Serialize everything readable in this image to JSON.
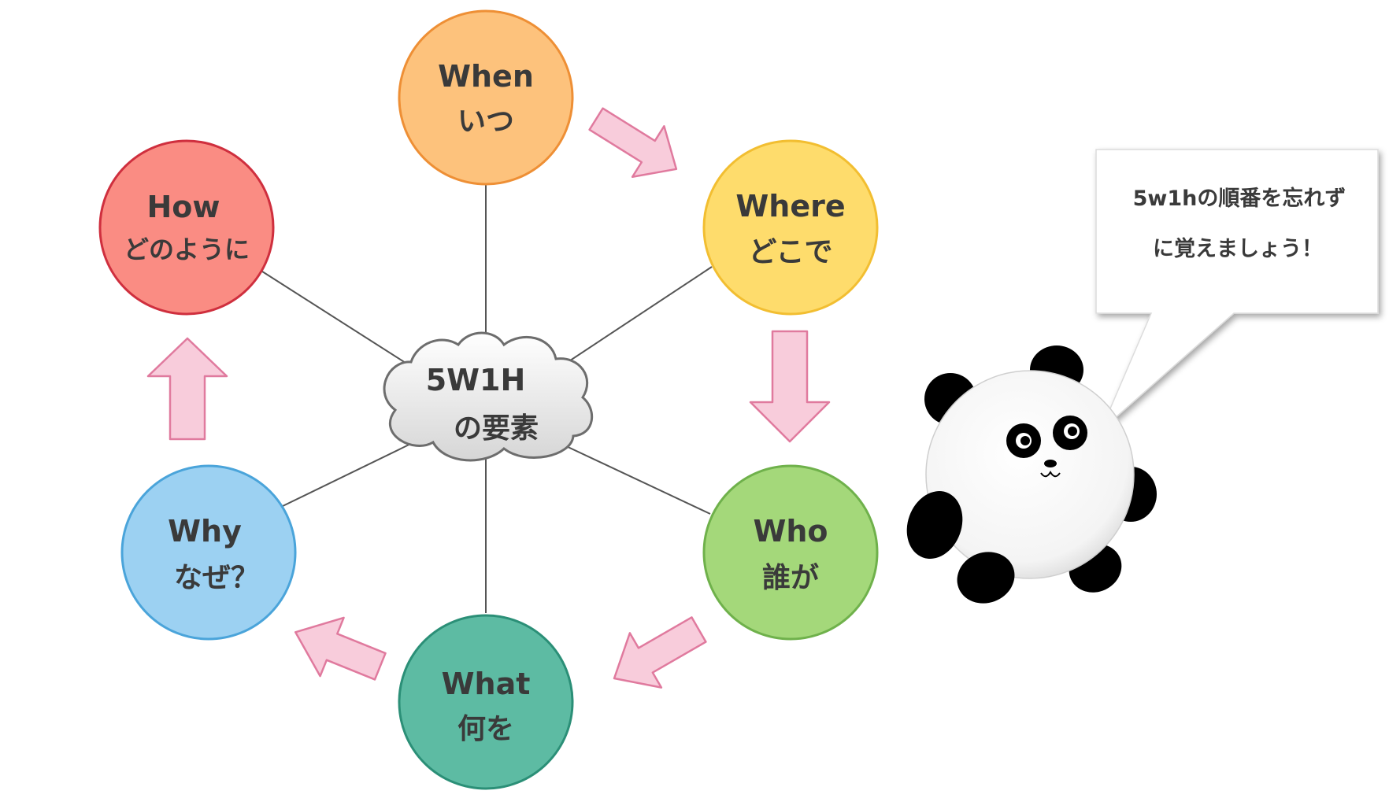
{
  "center": {
    "line1": "5W1H",
    "line2": "の要素"
  },
  "nodes": [
    {
      "key": "when",
      "en": "When",
      "ja": "いつ",
      "fill": "#FDC27C",
      "stroke": "#EE8F35"
    },
    {
      "key": "where",
      "en": "Where",
      "ja": "どこで",
      "fill": "#FEDC6C",
      "stroke": "#F2BE31"
    },
    {
      "key": "who",
      "en": "Who",
      "ja": "誰が",
      "fill": "#A4D87A",
      "stroke": "#6FB14B"
    },
    {
      "key": "what",
      "en": "What",
      "ja": "何を",
      "fill": "#5DBBA3",
      "stroke": "#2B8F77"
    },
    {
      "key": "why",
      "en": "Why",
      "ja": "なぜ？",
      "fill": "#9CD1F2",
      "stroke": "#4AA4DA"
    },
    {
      "key": "how",
      "en": "How",
      "ja": "どのように",
      "fill": "#FA8C83",
      "stroke": "#CF2F3E"
    }
  ],
  "speech": {
    "line1": "5w1hの順番を忘れず",
    "line2": "に覚えましょう！"
  },
  "colors": {
    "arrow_fill": "#F8CCDB",
    "arrow_stroke": "#E07A9E",
    "line": "#555555"
  }
}
